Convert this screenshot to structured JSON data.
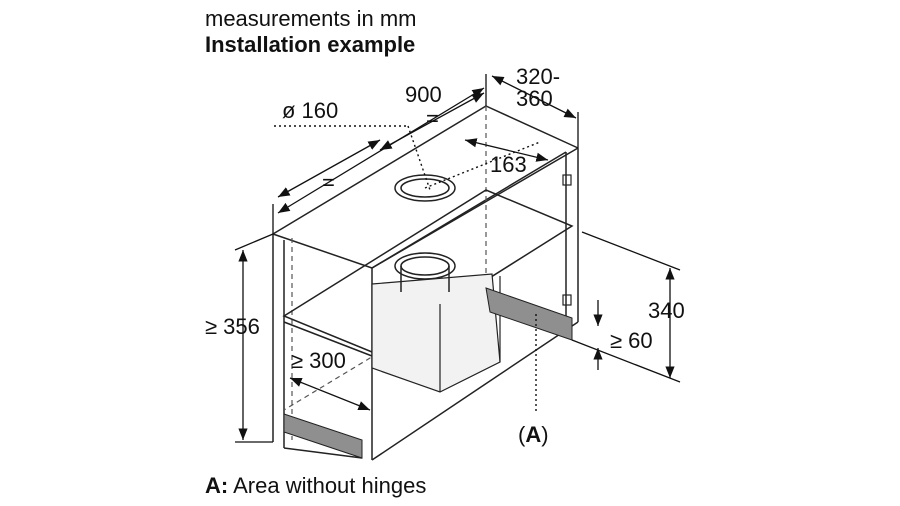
{
  "header": {
    "units": "measurements in mm",
    "title": "Installation example"
  },
  "dimensions": {
    "width": "900",
    "equal": "=",
    "depth_top": "320-",
    "depth_bottom": "360",
    "duct_diameter": "ø 160",
    "duct_offset": "163",
    "min_height": "≥ 356",
    "min_depth": "≥ 300",
    "side_height": "340",
    "min_clearance": "≥ 60"
  },
  "callout": {
    "marker_open": "(",
    "marker_letter": "A",
    "marker_close": ")"
  },
  "legend": {
    "key": "A:",
    "text": " Area without hinges"
  }
}
